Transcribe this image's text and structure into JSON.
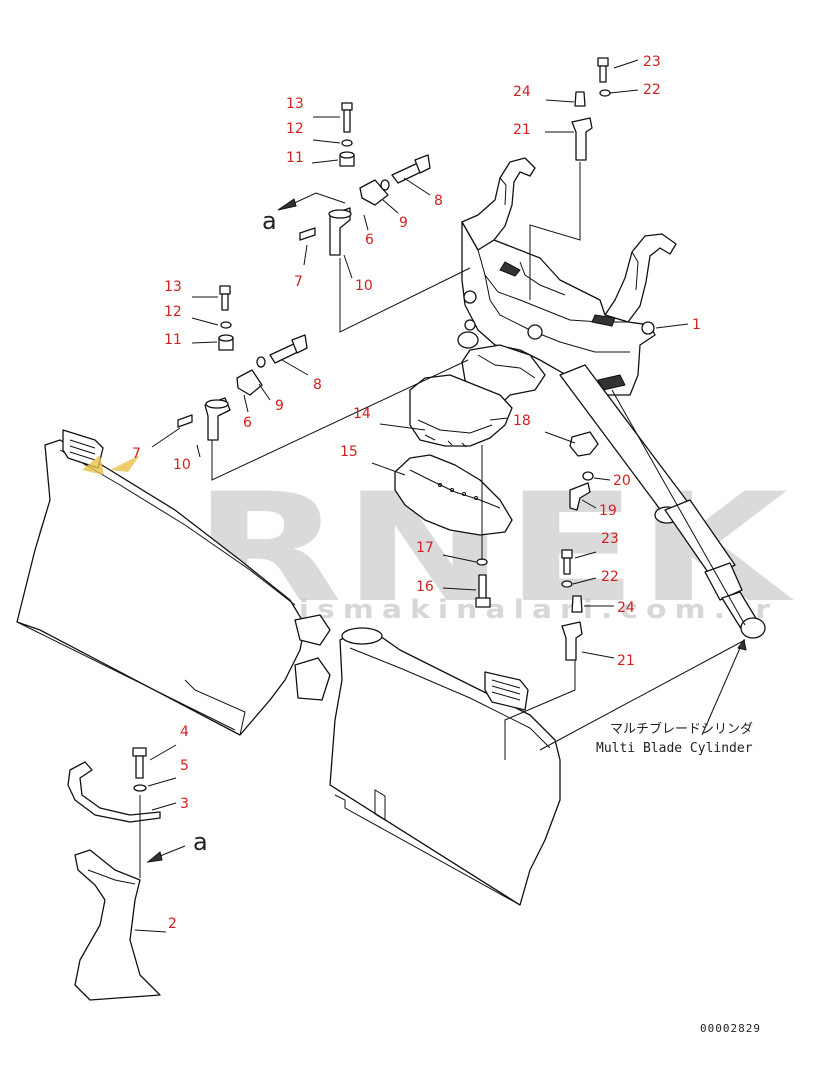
{
  "callouts": [
    {
      "label": "13"
    },
    {
      "label": "12"
    },
    {
      "label": "11"
    },
    {
      "label": "8"
    },
    {
      "label": "9"
    },
    {
      "label": "6"
    },
    {
      "label": "7"
    },
    {
      "label": "10"
    },
    {
      "label": "13"
    },
    {
      "label": "12"
    },
    {
      "label": "11"
    },
    {
      "label": "8"
    },
    {
      "label": "9"
    },
    {
      "label": "6"
    },
    {
      "label": "7"
    },
    {
      "label": "10"
    },
    {
      "label": "23"
    },
    {
      "label": "24"
    },
    {
      "label": "22"
    },
    {
      "label": "21"
    },
    {
      "label": "1"
    },
    {
      "label": "14"
    },
    {
      "label": "18"
    },
    {
      "label": "15"
    },
    {
      "label": "20"
    },
    {
      "label": "19"
    },
    {
      "label": "17"
    },
    {
      "label": "16"
    },
    {
      "label": "23"
    },
    {
      "label": "22"
    },
    {
      "label": "24"
    },
    {
      "label": "21"
    },
    {
      "label": "4"
    },
    {
      "label": "5"
    },
    {
      "label": "3"
    },
    {
      "label": "2"
    }
  ],
  "view_marker": "a",
  "view_marker_lower": "a",
  "cylinder_label_jp": "マルチブレードシリンダ",
  "cylinder_label_en": "Multi Blade Cylinder",
  "drawing_code": "00002829",
  "watermark": {
    "brand": "ORNEK",
    "url": "www.ornekismakinalari.com.tr"
  }
}
